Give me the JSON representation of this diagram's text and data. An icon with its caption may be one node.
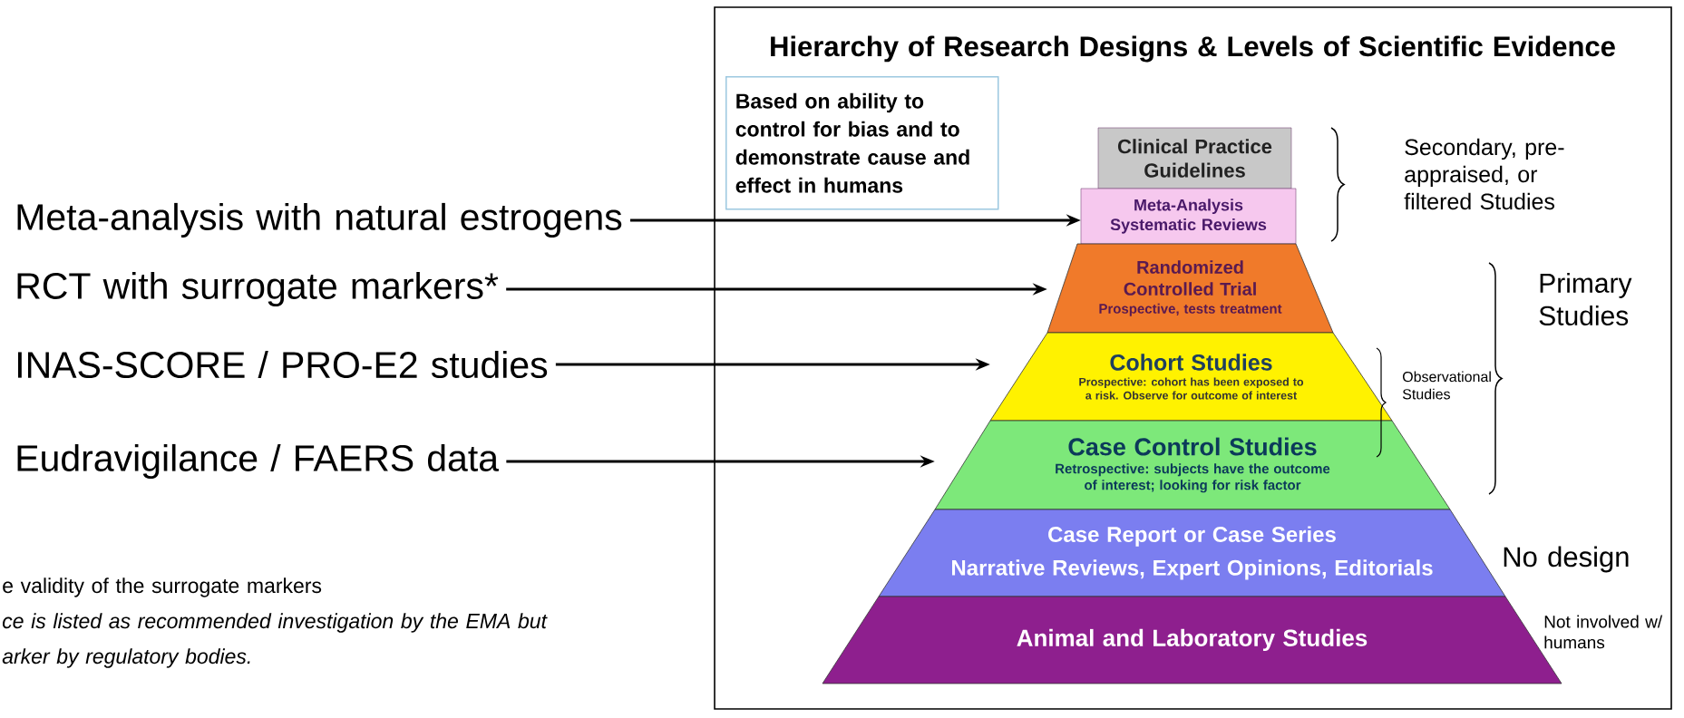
{
  "diagram": {
    "title": "Hierarchy of Research Designs & Levels of Scientific Evidence",
    "nodes": [
      {
        "text": [
          "Based on ability to control for bias and to demonstrate cause and effect in humans"
        ]
      },
      {
        "text": [
          "Clinical Practice Guidelines"
        ]
      },
      {
        "text": [
          "Meta-Analysis Systematic Reviews"
        ]
      },
      {
        "text": [
          "Randomized Controlled Trial",
          "Prospective, tests treatment"
        ]
      },
      {
        "text": [
          "Cohort Studies",
          "Prospective: cohort has been exposed to a risk. Observe for outcome of interest"
        ]
      },
      {
        "text": [
          "Case Control Studies",
          "Retrospective: subjects have the outcome of interest; looking for risk factor"
        ]
      },
      {
        "text": [
          "Case Report or Case Series",
          "Narrative Reviews, Expert Opinions, Editorials"
        ]
      },
      {
        "text": [
          "Animal and Laboratory Studies"
        ]
      },
      {
        "text": [
          "Meta-analysis with natural estrogens"
        ]
      },
      {
        "text": [
          "RCT with surrogate markers*"
        ]
      },
      {
        "text": [
          "INAS-SCORE / PRO-E2 studies"
        ]
      },
      {
        "text": [
          "Eudravigilance / FAERS data"
        ]
      }
    ],
    "edges": [
      {
        "from": 8,
        "to": 2,
        "arrow": "to"
      },
      {
        "from": 9,
        "to": 3,
        "arrow": "to"
      },
      {
        "from": 10,
        "to": 4,
        "arrow": "to"
      },
      {
        "from": 11,
        "to": 5,
        "arrow": "to"
      }
    ],
    "labels": [
      "Secondary, pre-appraised, or filtered Studies",
      "Primary Studies",
      "Observational Studies",
      "No design",
      "Not involved w/ humans",
      "e validity of the surrogate markers",
      "ce is listed as recommended investigation by the EMA but",
      "arker by regulatory bodies."
    ]
  }
}
